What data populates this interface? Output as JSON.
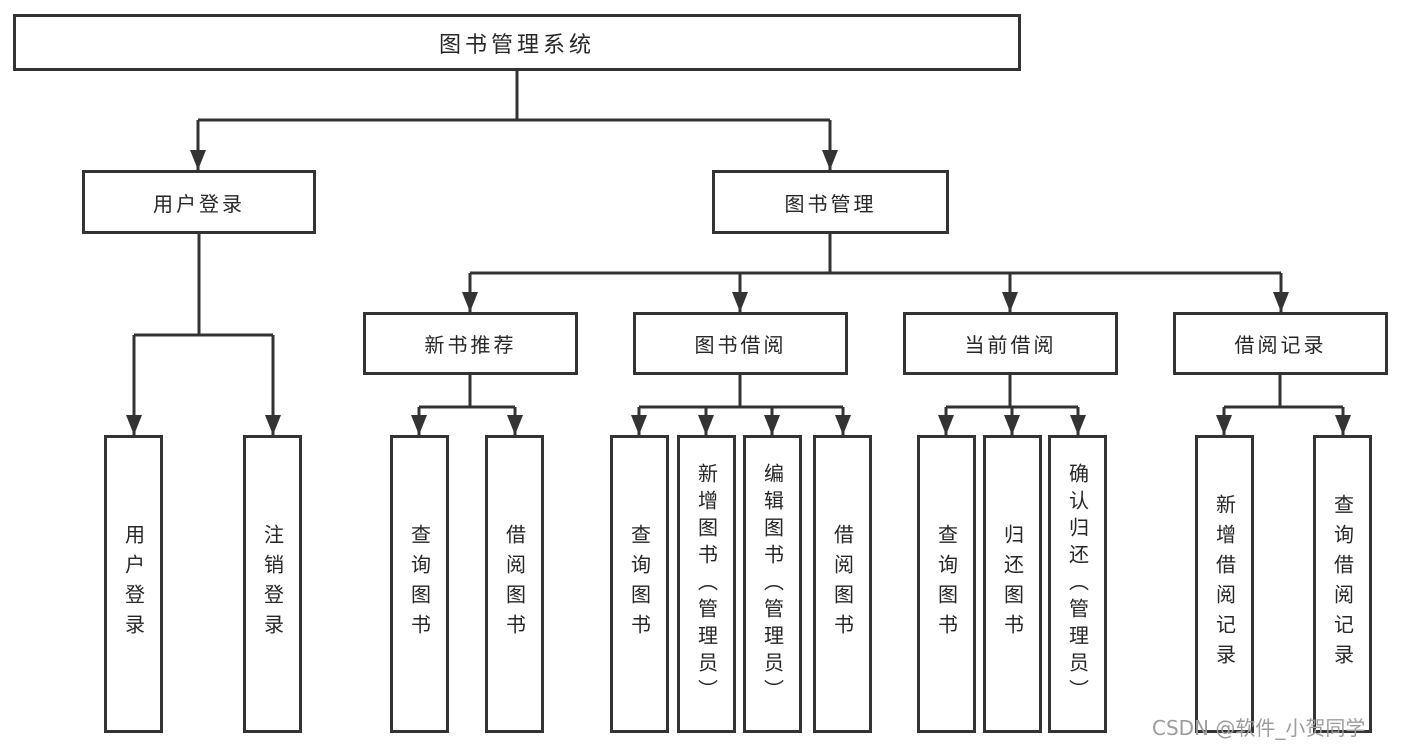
{
  "diagram": {
    "root_label": "图书管理系统",
    "level2": [
      {
        "label": "用户登录"
      },
      {
        "label": "图书管理"
      }
    ],
    "level3": [
      {
        "label": "新书推荐",
        "parent": "图书管理"
      },
      {
        "label": "图书借阅",
        "parent": "图书管理"
      },
      {
        "label": "当前借阅",
        "parent": "图书管理"
      },
      {
        "label": "借阅记录",
        "parent": "图书管理"
      }
    ],
    "leaves": [
      {
        "label": "用户登录",
        "parent": "用户登录"
      },
      {
        "label": "注销登录",
        "parent": "用户登录"
      },
      {
        "label": "查询图书",
        "parent": "新书推荐"
      },
      {
        "label": "借阅图书",
        "parent": "新书推荐"
      },
      {
        "label": "查询图书",
        "parent": "图书借阅"
      },
      {
        "label": "新增图书（管理员）",
        "parent": "图书借阅"
      },
      {
        "label": "编辑图书（管理员）",
        "parent": "图书借阅"
      },
      {
        "label": "借阅图书",
        "parent": "图书借阅"
      },
      {
        "label": "查询图书",
        "parent": "当前借阅"
      },
      {
        "label": "归还图书",
        "parent": "当前借阅"
      },
      {
        "label": "确认归还（管理员）",
        "parent": "当前借阅"
      },
      {
        "label": "新增借阅记录",
        "parent": "借阅记录"
      },
      {
        "label": "查询借阅记录",
        "parent": "借阅记录"
      }
    ]
  },
  "watermark": {
    "text": "CSDN @软件_小贺同学"
  },
  "colors": {
    "line": "#333333",
    "box_border": "#333333",
    "text": "#262626",
    "watermark": "#9c9c9c",
    "background": "#ffffff"
  }
}
